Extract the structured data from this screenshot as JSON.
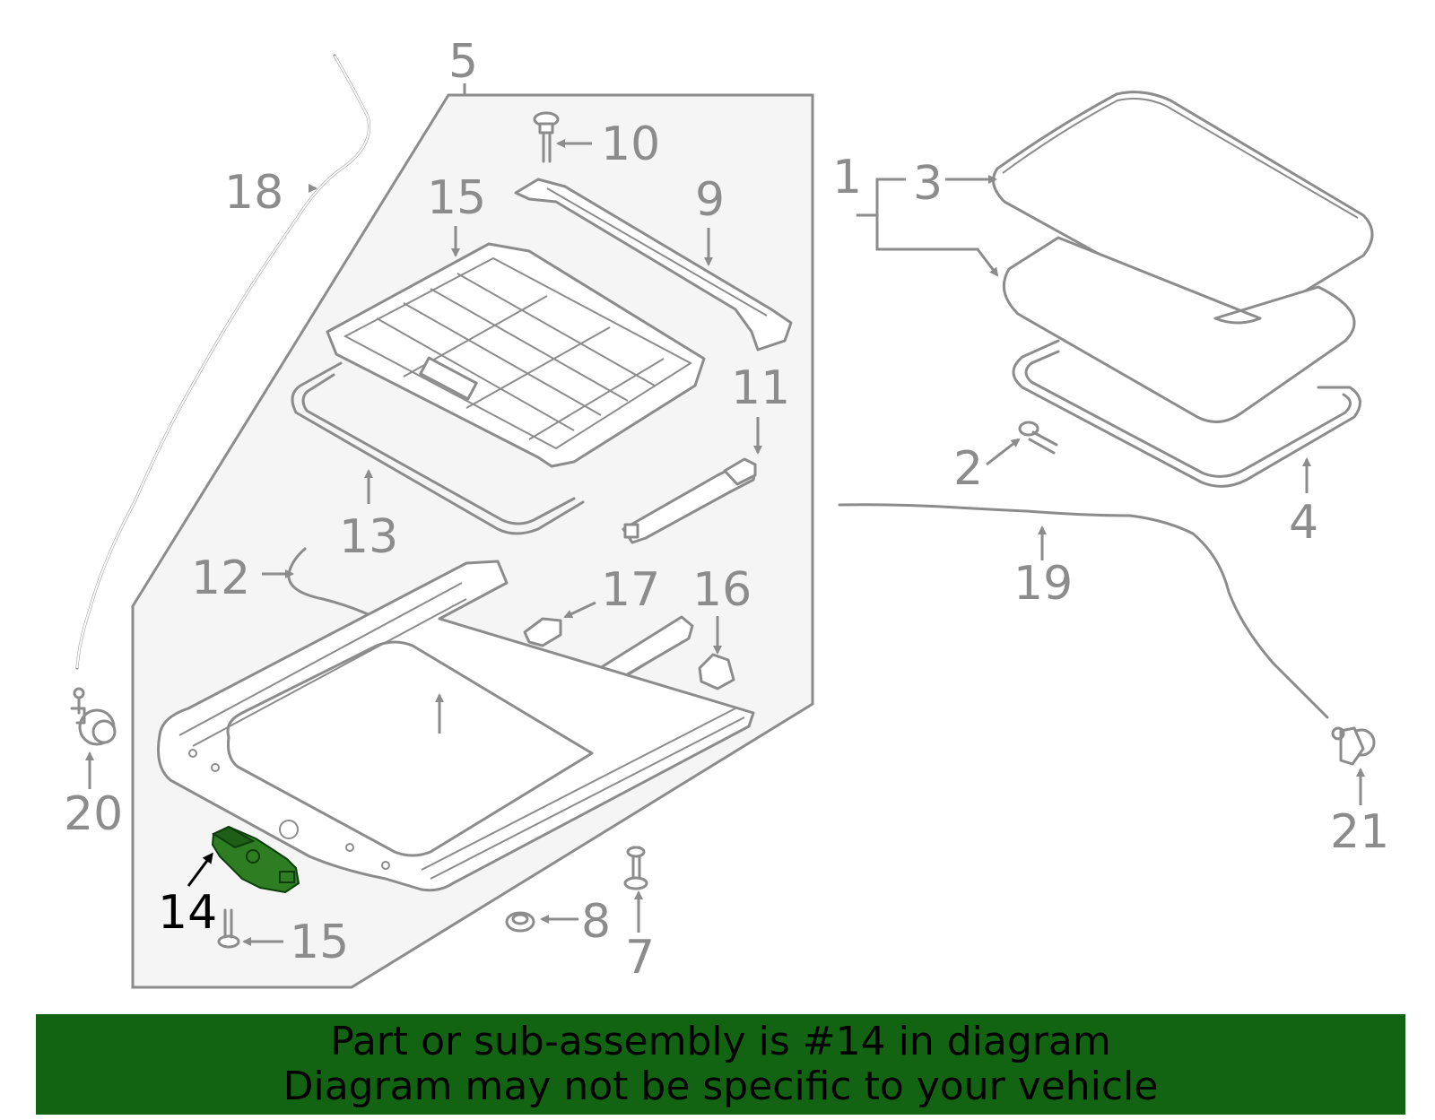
{
  "colors": {
    "highlight_part": "#2e7d22",
    "banner_background": "#136412",
    "line_gray": "#8c8c8c",
    "panel_fill": "#f5f5f5"
  },
  "callouts": {
    "c1": "1",
    "c2": "2",
    "c3": "3",
    "c4": "4",
    "c5": "5",
    "c7": "7",
    "c8": "8",
    "c9": "9",
    "c10": "10",
    "c11": "11",
    "c12": "12",
    "c13": "13",
    "c14": "14",
    "c15a": "15",
    "c15b": "15",
    "c16": "16",
    "c17": "17",
    "c18": "18",
    "c19": "19",
    "c20": "20",
    "c21": "21"
  },
  "highlighted_part": "14",
  "banner": {
    "line1": "Part or sub-assembly is #14 in diagram",
    "line2": "Diagram may not be specific to your vehicle"
  }
}
